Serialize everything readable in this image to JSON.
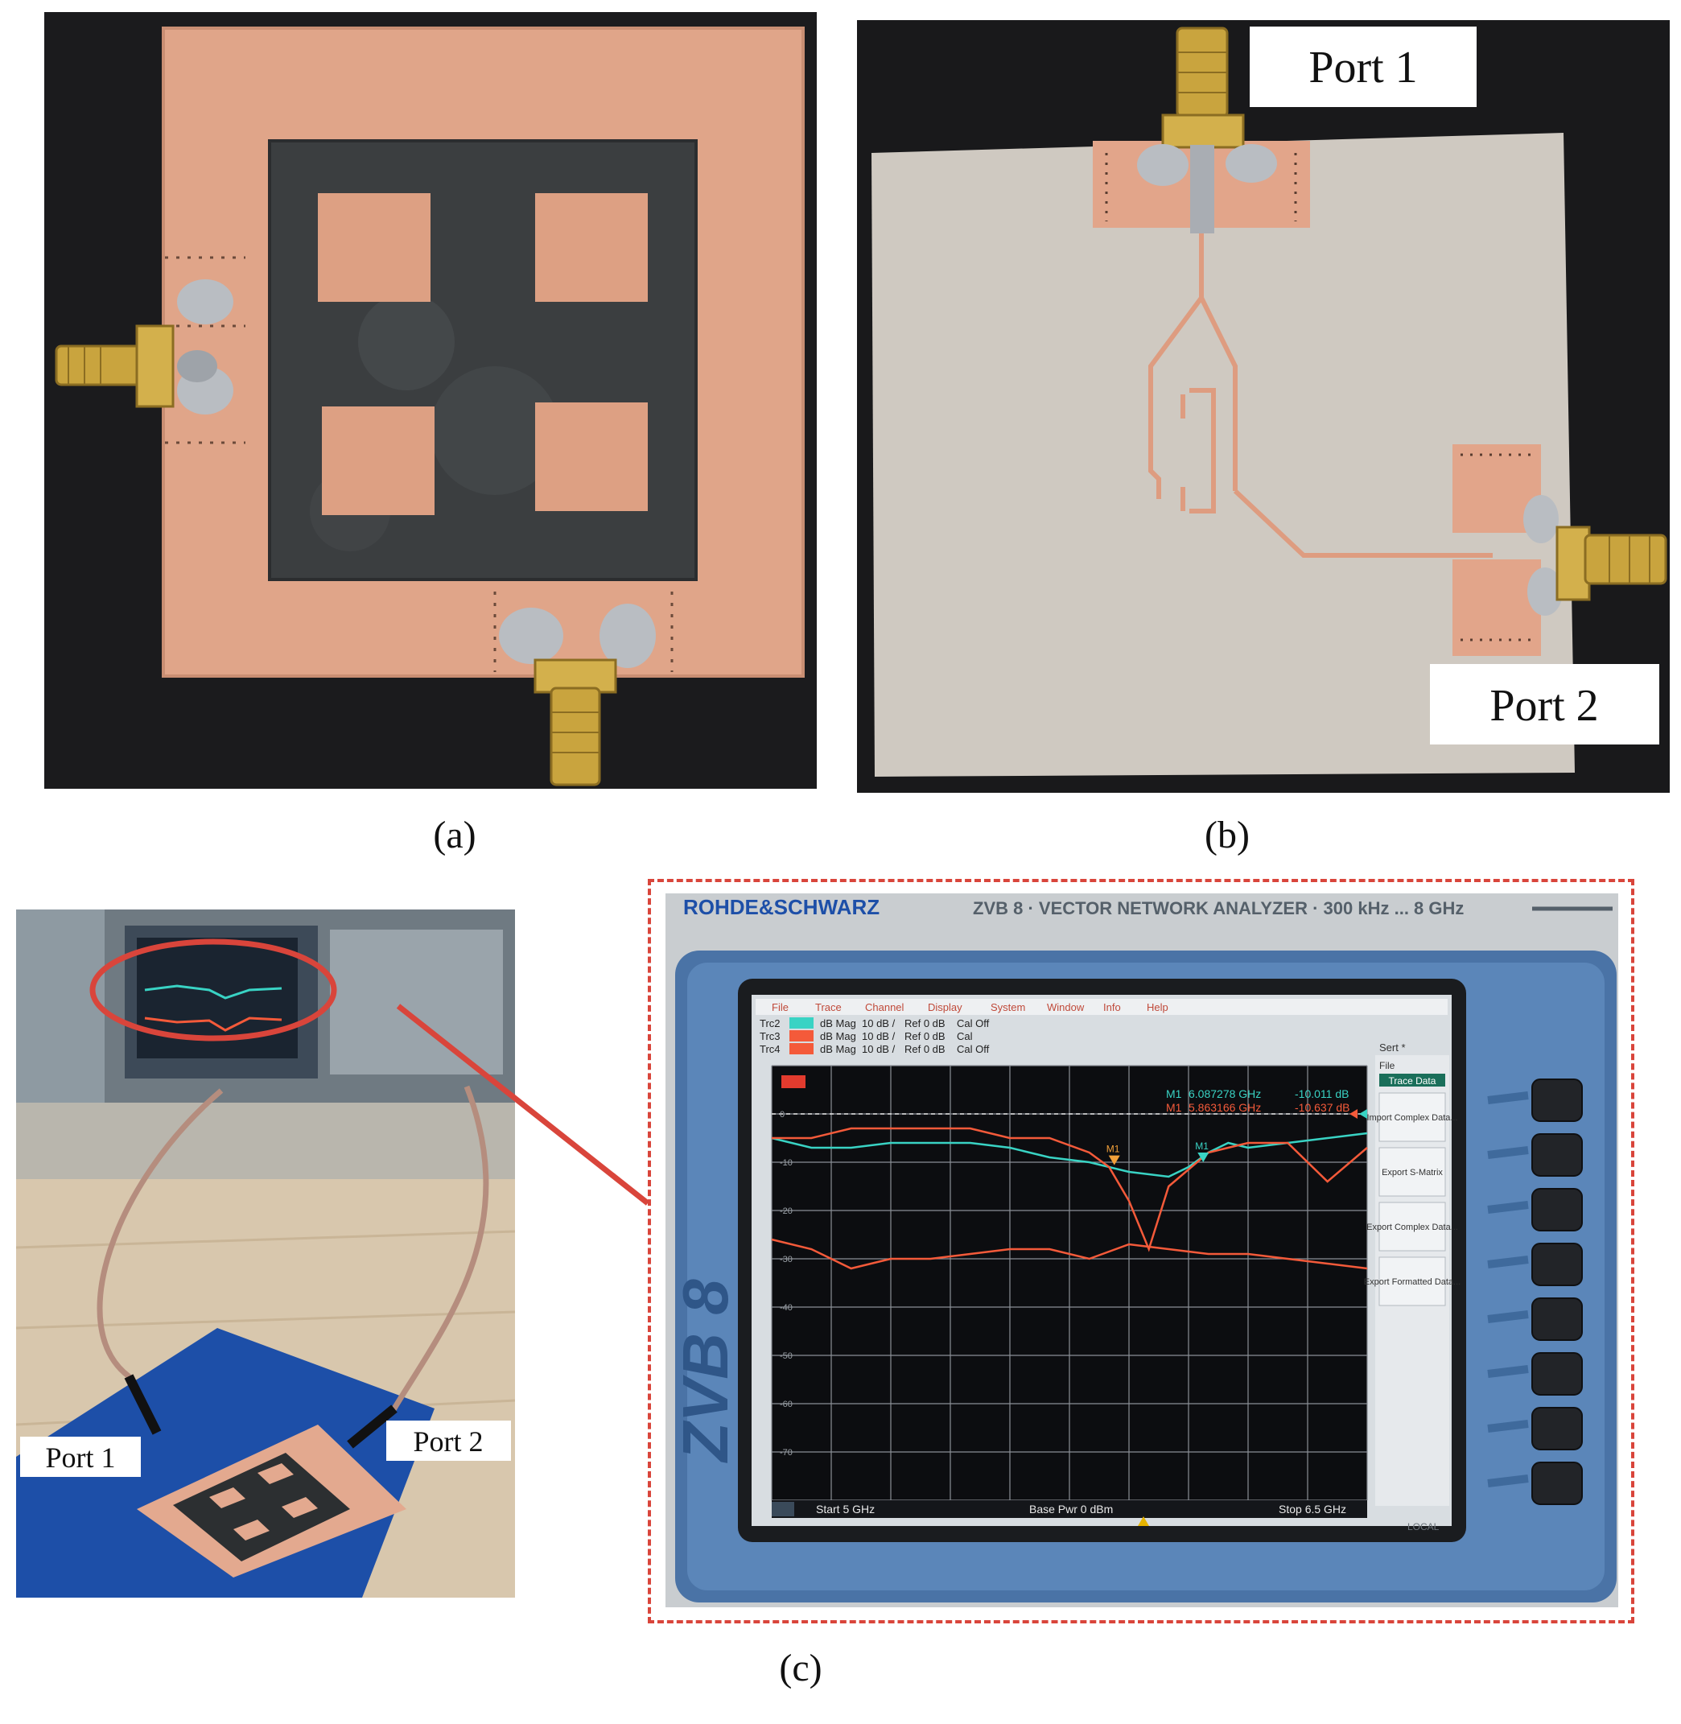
{
  "panel_a": {
    "caption": "(a)"
  },
  "panel_b": {
    "caption": "(b)",
    "port1_label": "Port 1",
    "port2_label": "Port 2"
  },
  "panel_c": {
    "caption": "(c)",
    "setup_photo": {
      "port1_label": "Port 1",
      "port2_label": "Port 2"
    },
    "vna": {
      "brand": "ROHDE&SCHWARZ",
      "model_line": "ZVB 8 · VECTOR NETWORK ANALYZER · 300 kHz ... 8 GHz",
      "side_logo": "ZVB 8",
      "menu": [
        "File",
        "Trace",
        "Channel",
        "Display",
        "System",
        "Window",
        "Info",
        "Help"
      ],
      "traces": [
        {
          "name": "Trc2",
          "format": "dB Mag",
          "scale": "10 dB /",
          "ref": "Ref 0 dB",
          "cal": "Cal Off",
          "color": "#39d3c4"
        },
        {
          "name": "Trc3",
          "format": "dB Mag",
          "scale": "10 dB /",
          "ref": "Ref 0 dB",
          "cal": "Cal",
          "color": "#f45a3a"
        },
        {
          "name": "Trc4",
          "format": "dB Mag",
          "scale": "10 dB /",
          "ref": "Ref 0 dB",
          "cal": "Cal Off",
          "color": "#f45a3a"
        }
      ],
      "markers": [
        {
          "name": "M1",
          "freq": "6.087278 GHz",
          "value": "-10.011 dB",
          "color": "#39d3c4"
        },
        {
          "name": "M1",
          "freq": "5.863166 GHz",
          "value": "-10.637 dB",
          "color": "#f45a3a"
        }
      ],
      "softkeys": {
        "header": "Sert *",
        "file": "File",
        "active": "Trace Data",
        "items": [
          "Import Complex Data...",
          "Export S-Matrix",
          "Export Complex Data...",
          "Export Formatted Data..."
        ]
      },
      "footer": {
        "start": "Start 5 GHz",
        "power": "Base Pwr 0 dBm",
        "stop": "Stop 6.5 GHz",
        "status": "LOCAL"
      },
      "y_ticks": [
        "0",
        "-10",
        "-20",
        "-30",
        "-40",
        "-50",
        "-60",
        "-70"
      ]
    }
  },
  "colors": {
    "copper": "#e2a58a",
    "substrate_dark": "#3c3f41",
    "substrate_light": "#cfcac2",
    "dash_frame": "#d9453b"
  },
  "chart_data": {
    "type": "line",
    "xlabel": "",
    "ylabel": "",
    "x_range": [
      5,
      6.5
    ],
    "ylim": [
      -80,
      10
    ],
    "grid": true,
    "series": [
      {
        "x": [
          5.0,
          5.1,
          5.2,
          5.3,
          5.4,
          5.5,
          5.6,
          5.7,
          5.8,
          5.9,
          6.0,
          6.05,
          6.1,
          6.15,
          6.2,
          6.3,
          6.4,
          6.5
        ],
        "values": [
          -5,
          -7,
          -7,
          -6,
          -6,
          -6,
          -7,
          -9,
          -10,
          -12,
          -13,
          -11,
          -8,
          -6,
          -7,
          -6,
          -5,
          -4
        ],
        "color": "#39d3c4"
      },
      {
        "x": [
          5.0,
          5.1,
          5.2,
          5.3,
          5.4,
          5.5,
          5.6,
          5.7,
          5.8,
          5.85,
          5.9,
          5.95,
          6.0,
          6.1,
          6.2,
          6.3,
          6.4,
          6.5
        ],
        "values": [
          -5,
          -5,
          -3,
          -3,
          -3,
          -3,
          -5,
          -5,
          -8,
          -11,
          -18,
          -28,
          -15,
          -8,
          -6,
          -6,
          -14,
          -7
        ],
        "color": "#f45a3a"
      },
      {
        "x": [
          5.0,
          5.1,
          5.2,
          5.3,
          5.4,
          5.5,
          5.6,
          5.7,
          5.8,
          5.9,
          6.0,
          6.1,
          6.2,
          6.3,
          6.4,
          6.5
        ],
        "values": [
          -26,
          -28,
          -32,
          -30,
          -30,
          -29,
          -28,
          -28,
          -30,
          -27,
          -28,
          -29,
          -29,
          -30,
          -31,
          -32
        ],
        "color": "#f45a3a"
      }
    ]
  }
}
